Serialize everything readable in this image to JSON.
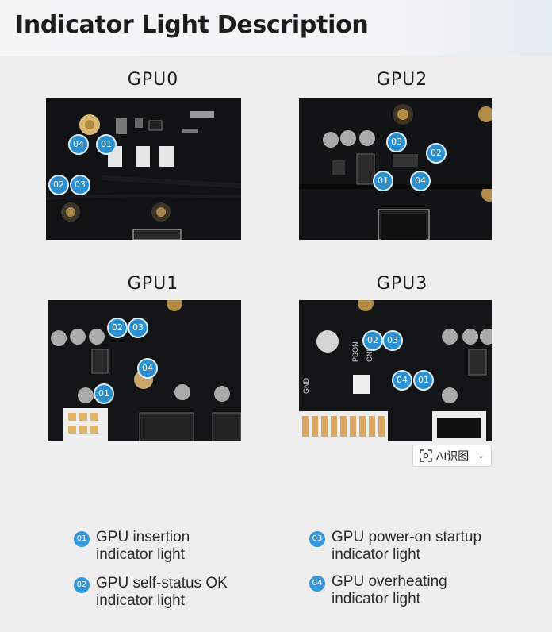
{
  "page": {
    "title": "Indicator Light Description"
  },
  "panels": [
    {
      "label": "GPU0",
      "markers": [
        "04",
        "01",
        "02",
        "03"
      ]
    },
    {
      "label": "GPU2",
      "markers": [
        "03",
        "02",
        "01",
        "04"
      ]
    },
    {
      "label": "GPU1",
      "markers": [
        "02",
        "03",
        "04",
        "01"
      ]
    },
    {
      "label": "GPU3",
      "markers": [
        "02",
        "03",
        "04",
        "01"
      ]
    }
  ],
  "board_text": {
    "gpu3_pson": "PSON",
    "gpu3_gnd": "GND",
    "gpu3_gnd2": "GND"
  },
  "ai_button": {
    "label": "AI识图",
    "icon": "scan-icon",
    "chevron": "chevron-down-icon"
  },
  "legend": [
    {
      "num": "01",
      "line1": "GPU insertion",
      "line2": "indicator light"
    },
    {
      "num": "03",
      "line1": "GPU power-on startup",
      "line2": "indicator light"
    },
    {
      "num": "02",
      "line1": "GPU self-status OK",
      "line2": "indicator light"
    },
    {
      "num": "04",
      "line1": "GPU overheating",
      "line2": "indicator light"
    }
  ],
  "colors": {
    "marker": "#2b8fd0",
    "board": "#0d0e10",
    "background": "#eeeeef"
  }
}
